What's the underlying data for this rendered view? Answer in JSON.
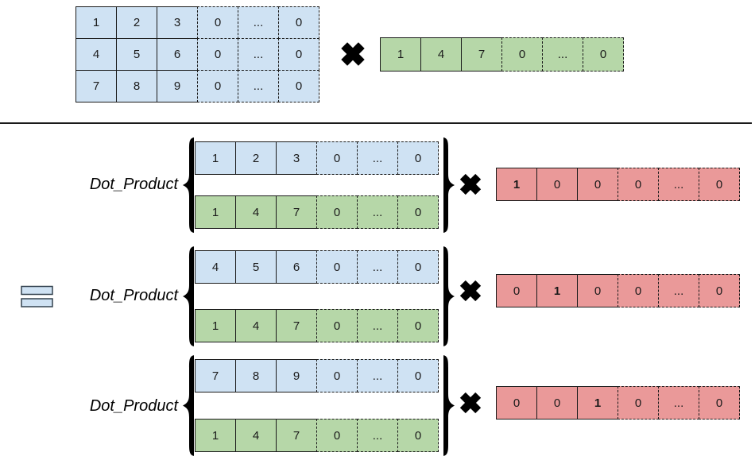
{
  "layout": {
    "dashed_from": 3
  },
  "colors": {
    "matrix_fill": "#cfe2f3",
    "vector_fill": "#b6d7a8",
    "result_fill": "#ea9999",
    "cell_border": "#1a1a1a",
    "operator_fill": "#cfe2f3",
    "operator_stroke": "#33424f",
    "line": "#1a1a1a"
  },
  "icons": {
    "multiply": "x-cross",
    "equals": "equals-bars",
    "left_brace": "curly-brace-left",
    "right_brace": "curly-brace-right"
  },
  "top": {
    "matrix_rows": [
      [
        "1",
        "2",
        "3",
        "0",
        "...",
        "0"
      ],
      [
        "4",
        "5",
        "6",
        "0",
        "...",
        "0"
      ],
      [
        "7",
        "8",
        "9",
        "0",
        "...",
        "0"
      ]
    ],
    "vector_cells": [
      "1",
      "4",
      "7",
      "0",
      "...",
      "0"
    ]
  },
  "groups": [
    {
      "label": "Dot_Product",
      "matrix_row": [
        "1",
        "2",
        "3",
        "0",
        "...",
        "0"
      ],
      "vector_row": [
        "1",
        "4",
        "7",
        "0",
        "...",
        "0"
      ],
      "result_row": [
        "1",
        "0",
        "0",
        "0",
        "...",
        "0"
      ],
      "result_bold_index": 0
    },
    {
      "label": "Dot_Product",
      "matrix_row": [
        "4",
        "5",
        "6",
        "0",
        "...",
        "0"
      ],
      "vector_row": [
        "1",
        "4",
        "7",
        "0",
        "...",
        "0"
      ],
      "result_row": [
        "0",
        "1",
        "0",
        "0",
        "...",
        "0"
      ],
      "result_bold_index": 1
    },
    {
      "label": "Dot_Product",
      "matrix_row": [
        "7",
        "8",
        "9",
        "0",
        "...",
        "0"
      ],
      "vector_row": [
        "1",
        "4",
        "7",
        "0",
        "...",
        "0"
      ],
      "result_row": [
        "0",
        "0",
        "1",
        "0",
        "...",
        "0"
      ],
      "result_bold_index": 2
    }
  ]
}
